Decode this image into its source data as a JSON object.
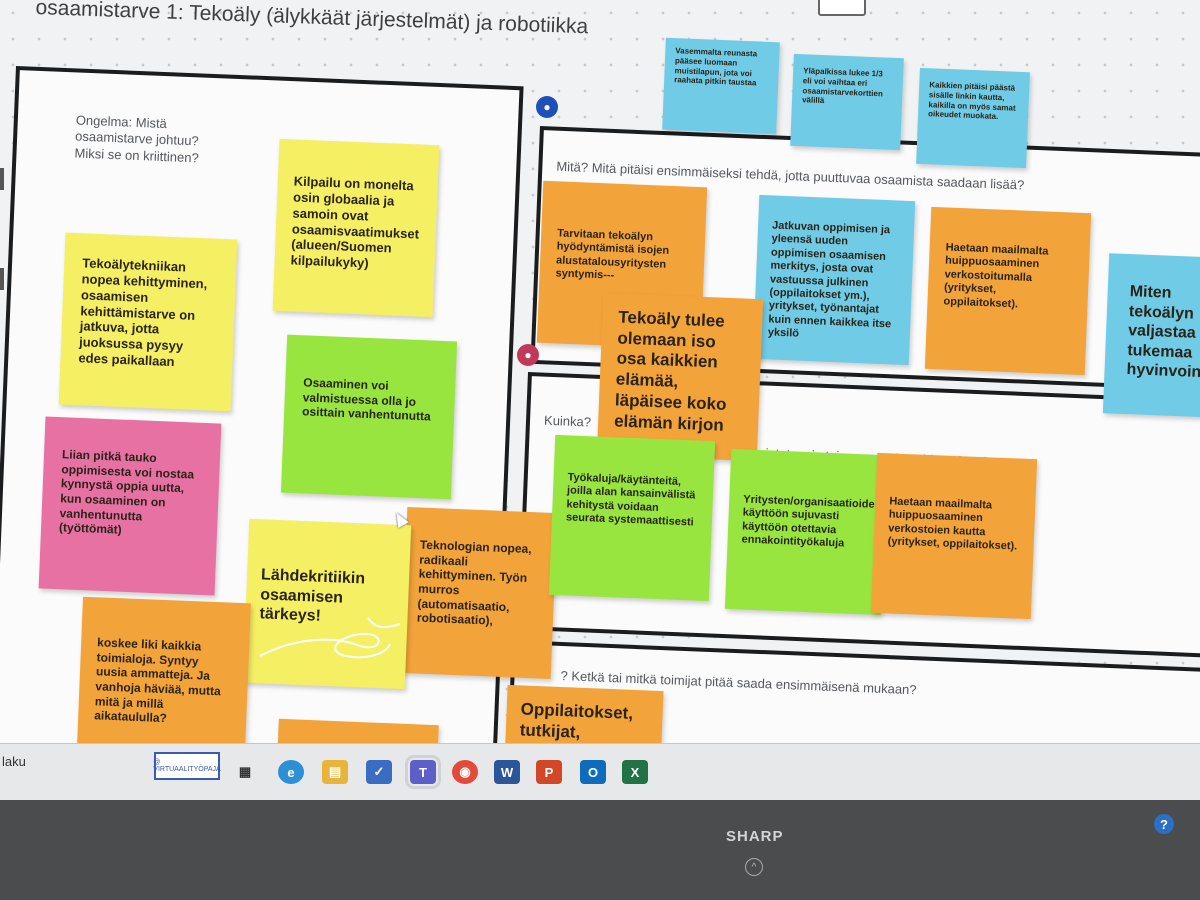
{
  "board": {
    "title": "osaamistarve 1: Tekoäly (älykkäät järjestelmät) ja robotiikka"
  },
  "frames": {
    "problem_label": "Ongelma: Mistä osaamistarve johtuu? Miksi se on kriittinen?",
    "what_label": "Mitä? Mitä pitäisi ensimmäiseksi tehdä, jotta puuttuvaa osaamista saadaan lisää?",
    "how_label_left": "Kuinka?",
    "how_label_right": "toimintatapoja tai prosesseja voidaan hyödyntää?",
    "who_label": "? Ketkä tai mitkä toimijat pitää saada ensimmäisenä mukaan?"
  },
  "notes": {
    "instr_1": "Vasemmalta reunasta pääsee luomaan muistilapun, jota voi raahata pitkin taustaa",
    "instr_2": "Yläpalkissa lukee 1/3 eli voi vaihtaa eri osaamistarvekorttien välillä",
    "instr_3": "Kaikkien pitäisi päästä sisälle linkin kautta, kaikilla on myös samat oikeudet muokata.",
    "kilpailu": "Kilpailu on monelta osin globaalia ja samoin ovat osaamisvaatimukset (alueen/Suomen kilpailukyky)",
    "tekoalytekniikka": "Tekoälytekniikan nopea kehittyminen, osaamisen kehittämistarve on jatkuva, jotta juoksussa pysyy edes paikallaan",
    "vanhentunutta": "Osaaminen voi valmistuessa olla jo osittain vanhentunutta",
    "tauko": "Liian pitkä tauko oppimisesta voi nostaa kynnystä oppia uutta, kun osaaminen on vanhentunutta (työttömät)",
    "lahdekritiikki": "Lähdekritiikin osaamisen tärkeys!",
    "teknologia": "Teknologian nopea, radikaali kehittyminen. Työn murros (automatisaatio, robotisaatio),",
    "toimialat": "koskee liki kaikkia toimialoja. Syntyy uusia ammatteja. Ja vanhoja häviää, mutta mitä ja millä aikataululla?",
    "alustatalous": "Tarvitaan tekoälyn hyödyntämistä isojen alustatalousyritysten syntymis---",
    "jatkuva": "Jatkuvan oppimisen ja yleensä uuden oppimisen osaamisen merkitys, josta ovat vastuussa julkinen (oppilaitokset ym.), yritykset, työnantajat kuin ennen kaikkea itse yksilö",
    "maailmalta_1": "Haetaan maailmalta huippuosaaminen verkostoitumalla (yritykset, oppilaitokset).",
    "miten": "Miten tekoälyn valjastaa tukemaa hyvinvoin",
    "tekoaly_tulee": "Tekoäly tulee olemaan iso osa kaikkien elämää, läpäisee koko elämän kirjon",
    "tyokaluja": "Työkaluja/käytänteitä, joilla alan kansainvälistä kehitystä voidaan seurata systemaattisesti",
    "yritysten": "Yritysten/organisaatioiden käyttöön sujuvasti käyttöön otettavia ennakointityökaluja",
    "maailmalta_2": "Haetaan maailmalta huippuosaaminen verkostoien kautta (yritykset, oppilaitokset).",
    "oppilaitokset": "Oppilaitokset, tutkijat,"
  },
  "taskbar": {
    "label": "laku",
    "thumb_text": "@ VIRTUAALITYÖPAJA"
  },
  "monitor": {
    "brand": "SHARP"
  },
  "colors": {
    "yellow": "#f5ef64",
    "green": "#99e53f",
    "orange": "#f2a33a",
    "pink": "#e871a4",
    "blue": "#6fcbe6"
  }
}
